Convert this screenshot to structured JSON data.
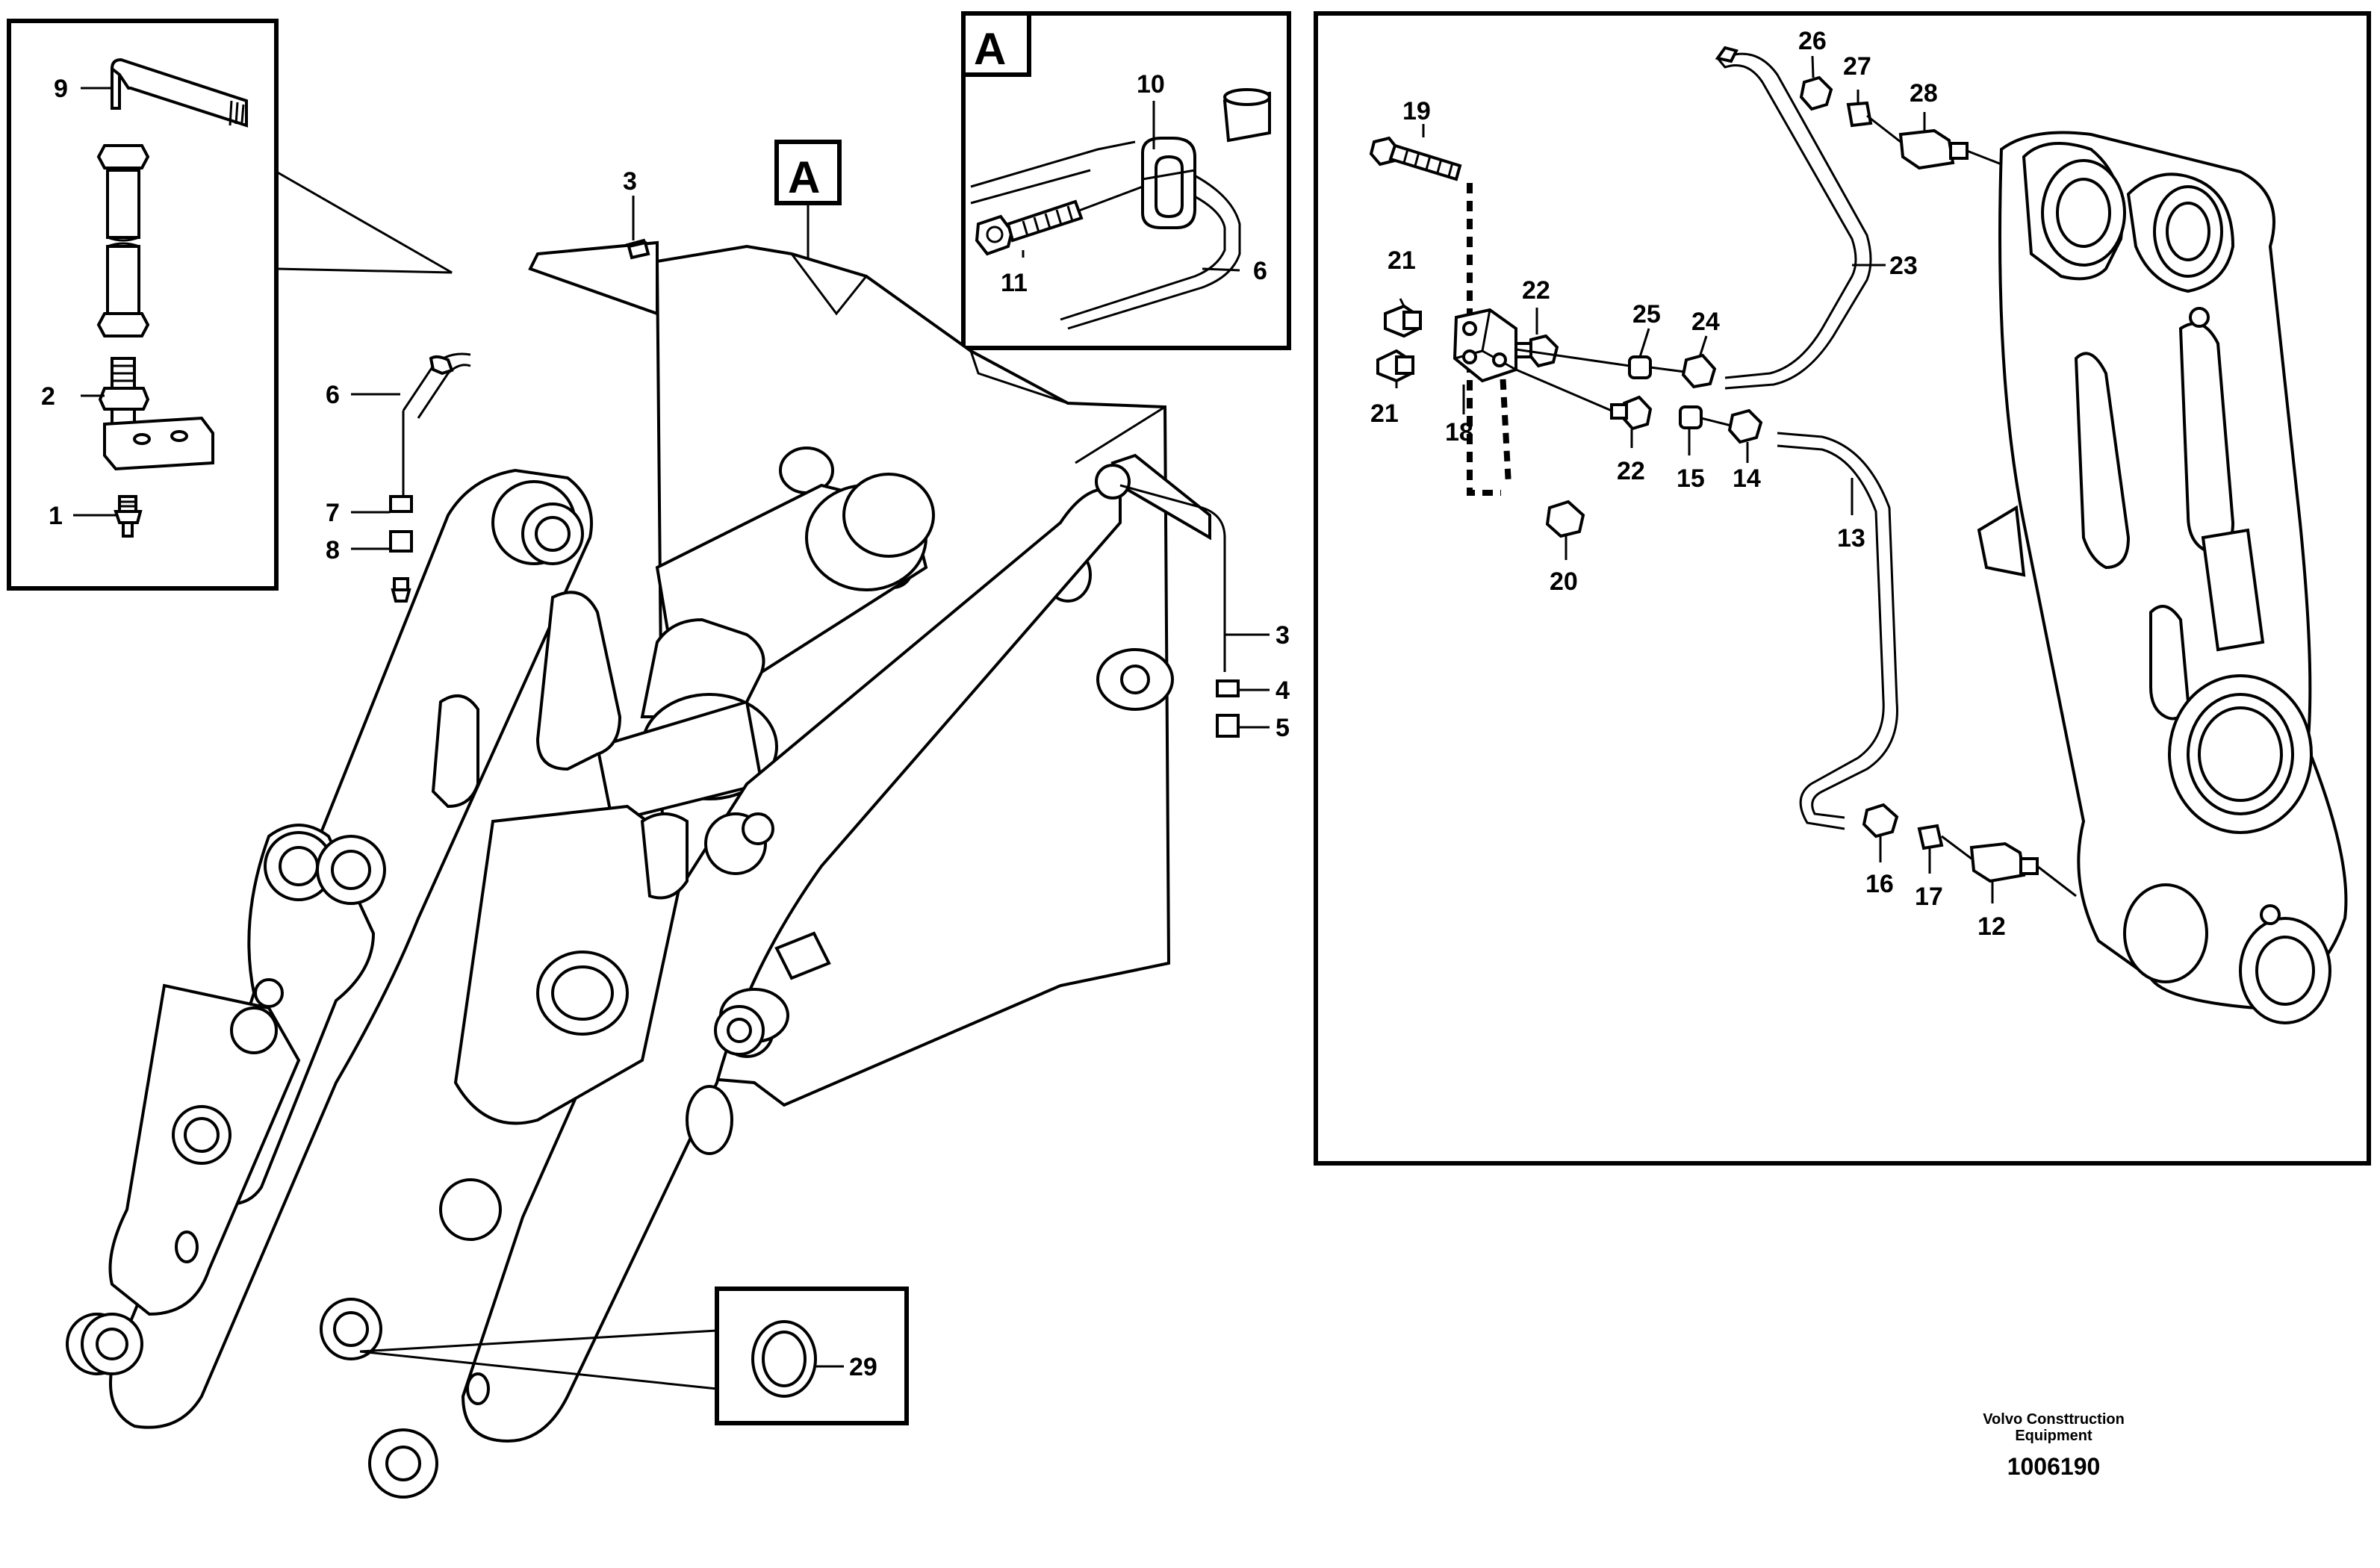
{
  "figure": {
    "view_marker": "A",
    "inset_marker": "A",
    "footer_brand_line1": "Volvo Consttruction",
    "footer_brand_line2": "Equipment",
    "footer_id": "1006190"
  },
  "callouts": {
    "c1": "1",
    "c2": "2",
    "c9": "9",
    "c3a": "3",
    "c3b": "3",
    "c4": "4",
    "c5": "5",
    "c6a": "6",
    "c6b": "6",
    "c7": "7",
    "c8": "8",
    "c10": "10",
    "c11": "11",
    "c12": "12",
    "c13": "13",
    "c14": "14",
    "c15": "15",
    "c16": "16",
    "c17": "17",
    "c18": "18",
    "c19": "19",
    "c20": "20",
    "c21a": "21",
    "c21b": "21",
    "c22a": "22",
    "c22b": "22",
    "c23": "23",
    "c24": "24",
    "c25": "25",
    "c26": "26",
    "c27": "27",
    "c28": "28",
    "c29": "29"
  }
}
